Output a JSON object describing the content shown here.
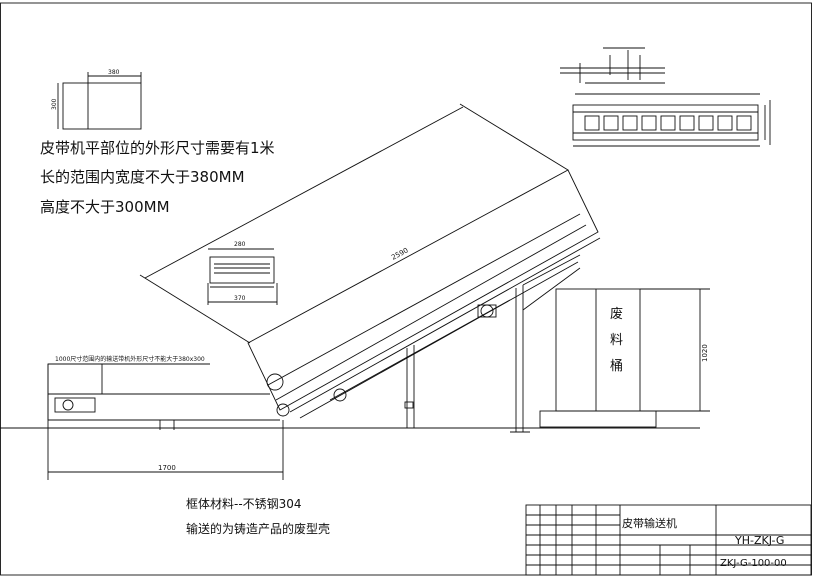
{
  "notes": {
    "line1": "皮带机平部位的外形尺寸需要有1米",
    "line2": "长的范围内宽度不大于380MM",
    "line3": "高度不大于300MM",
    "material": "框体材料--不锈钢304",
    "purpose": "输送的为铸造产品的废型壳"
  },
  "dimensions": {
    "box_width": "380",
    "box_height": "300",
    "section_top": "280",
    "section_bottom": "370",
    "incline_length": "2590",
    "flat_length": "1700",
    "bin_height": "1020",
    "flat_note": "1000尺寸范围内的输送带机外形尺寸不能大于380x300"
  },
  "bin": {
    "label_1": "废",
    "label_2": "料",
    "label_3": "桶"
  },
  "title_block": {
    "name": "皮带输送机",
    "code": "YH-ZKJ-G",
    "drawing_no": "ZKJ-G-100-00"
  }
}
